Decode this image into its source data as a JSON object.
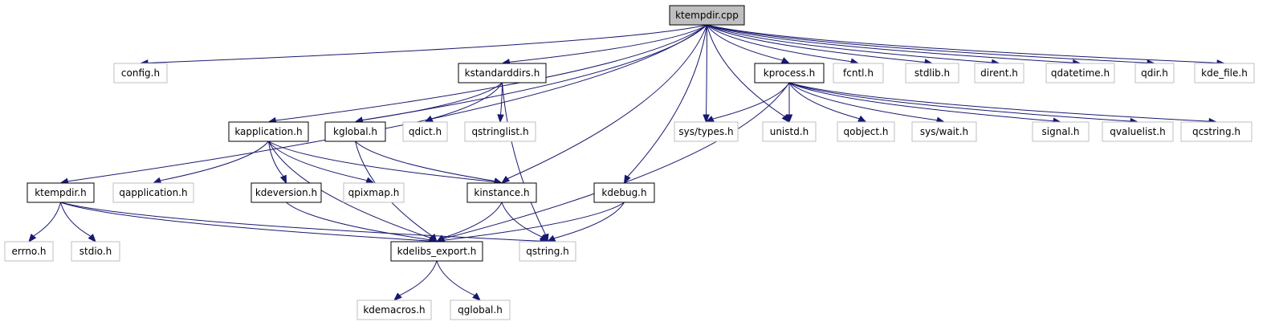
{
  "diagram": {
    "colors": {
      "edge": "#191970",
      "root_fill": "#bfbfbf",
      "documented_border": "#000000",
      "external_border": "#bfbfbf"
    },
    "nodes": [
      {
        "id": "ktempdir_cpp",
        "label": "ktempdir.cpp",
        "kind": "root"
      },
      {
        "id": "config_h",
        "label": "config.h",
        "kind": "external"
      },
      {
        "id": "kstandarddirs_h",
        "label": "kstandarddirs.h",
        "kind": "documented"
      },
      {
        "id": "kprocess_h",
        "label": "kprocess.h",
        "kind": "documented"
      },
      {
        "id": "fcntl_h",
        "label": "fcntl.h",
        "kind": "external"
      },
      {
        "id": "stdlib_h",
        "label": "stdlib.h",
        "kind": "external"
      },
      {
        "id": "dirent_h",
        "label": "dirent.h",
        "kind": "external"
      },
      {
        "id": "qdatetime_h",
        "label": "qdatetime.h",
        "kind": "external"
      },
      {
        "id": "qdir_h",
        "label": "qdir.h",
        "kind": "external"
      },
      {
        "id": "kde_file_h",
        "label": "kde_file.h",
        "kind": "external"
      },
      {
        "id": "kapplication_h",
        "label": "kapplication.h",
        "kind": "documented"
      },
      {
        "id": "kglobal_h",
        "label": "kglobal.h",
        "kind": "documented"
      },
      {
        "id": "qdict_h",
        "label": "qdict.h",
        "kind": "external"
      },
      {
        "id": "qstringlist_h",
        "label": "qstringlist.h",
        "kind": "external"
      },
      {
        "id": "sys_types_h",
        "label": "sys/types.h",
        "kind": "external"
      },
      {
        "id": "unistd_h",
        "label": "unistd.h",
        "kind": "external"
      },
      {
        "id": "qobject_h",
        "label": "qobject.h",
        "kind": "external"
      },
      {
        "id": "sys_wait_h",
        "label": "sys/wait.h",
        "kind": "external"
      },
      {
        "id": "signal_h",
        "label": "signal.h",
        "kind": "external"
      },
      {
        "id": "qvaluelist_h",
        "label": "qvaluelist.h",
        "kind": "external"
      },
      {
        "id": "qcstring_h",
        "label": "qcstring.h",
        "kind": "external"
      },
      {
        "id": "ktempdir_h",
        "label": "ktempdir.h",
        "kind": "documented"
      },
      {
        "id": "qapplication_h",
        "label": "qapplication.h",
        "kind": "external"
      },
      {
        "id": "kdeversion_h",
        "label": "kdeversion.h",
        "kind": "documented"
      },
      {
        "id": "qpixmap_h",
        "label": "qpixmap.h",
        "kind": "external"
      },
      {
        "id": "kinstance_h",
        "label": "kinstance.h",
        "kind": "documented"
      },
      {
        "id": "kdebug_h",
        "label": "kdebug.h",
        "kind": "documented"
      },
      {
        "id": "errno_h",
        "label": "errno.h",
        "kind": "external"
      },
      {
        "id": "stdio_h",
        "label": "stdio.h",
        "kind": "external"
      },
      {
        "id": "kdelibs_export_h",
        "label": "kdelibs_export.h",
        "kind": "documented"
      },
      {
        "id": "qstring_h",
        "label": "qstring.h",
        "kind": "external"
      },
      {
        "id": "kdemacros_h",
        "label": "kdemacros.h",
        "kind": "external"
      },
      {
        "id": "qglobal_h",
        "label": "qglobal.h",
        "kind": "external"
      }
    ],
    "edges": [
      [
        "ktempdir_cpp",
        "config_h"
      ],
      [
        "ktempdir_cpp",
        "kstandarddirs_h"
      ],
      [
        "ktempdir_cpp",
        "kprocess_h"
      ],
      [
        "ktempdir_cpp",
        "fcntl_h"
      ],
      [
        "ktempdir_cpp",
        "stdlib_h"
      ],
      [
        "ktempdir_cpp",
        "dirent_h"
      ],
      [
        "ktempdir_cpp",
        "qdatetime_h"
      ],
      [
        "ktempdir_cpp",
        "qdir_h"
      ],
      [
        "ktempdir_cpp",
        "kde_file_h"
      ],
      [
        "ktempdir_cpp",
        "kapplication_h"
      ],
      [
        "ktempdir_cpp",
        "kglobal_h"
      ],
      [
        "ktempdir_cpp",
        "ktempdir_h"
      ],
      [
        "ktempdir_cpp",
        "kinstance_h"
      ],
      [
        "ktempdir_cpp",
        "kdebug_h"
      ],
      [
        "ktempdir_cpp",
        "sys_types_h"
      ],
      [
        "ktempdir_cpp",
        "unistd_h"
      ],
      [
        "kstandarddirs_h",
        "kglobal_h"
      ],
      [
        "kstandarddirs_h",
        "qdict_h"
      ],
      [
        "kstandarddirs_h",
        "qstringlist_h"
      ],
      [
        "kstandarddirs_h",
        "qstring_h"
      ],
      [
        "kprocess_h",
        "sys_types_h"
      ],
      [
        "kprocess_h",
        "unistd_h"
      ],
      [
        "kprocess_h",
        "qobject_h"
      ],
      [
        "kprocess_h",
        "sys_wait_h"
      ],
      [
        "kprocess_h",
        "signal_h"
      ],
      [
        "kprocess_h",
        "qvaluelist_h"
      ],
      [
        "kprocess_h",
        "qcstring_h"
      ],
      [
        "kprocess_h",
        "kdelibs_export_h"
      ],
      [
        "kapplication_h",
        "qapplication_h"
      ],
      [
        "kapplication_h",
        "kdeversion_h"
      ],
      [
        "kapplication_h",
        "qpixmap_h"
      ],
      [
        "kapplication_h",
        "kinstance_h"
      ],
      [
        "kapplication_h",
        "kdelibs_export_h"
      ],
      [
        "kglobal_h",
        "kinstance_h"
      ],
      [
        "kglobal_h",
        "kdelibs_export_h"
      ],
      [
        "kinstance_h",
        "kdelibs_export_h"
      ],
      [
        "kinstance_h",
        "qstring_h"
      ],
      [
        "kdeversion_h",
        "kdelibs_export_h"
      ],
      [
        "kdebug_h",
        "kdelibs_export_h"
      ],
      [
        "kdebug_h",
        "qstring_h"
      ],
      [
        "ktempdir_h",
        "errno_h"
      ],
      [
        "ktempdir_h",
        "stdio_h"
      ],
      [
        "ktempdir_h",
        "kdelibs_export_h"
      ],
      [
        "ktempdir_h",
        "qstring_h"
      ],
      [
        "kdelibs_export_h",
        "kdemacros_h"
      ],
      [
        "kdelibs_export_h",
        "qglobal_h"
      ]
    ]
  }
}
